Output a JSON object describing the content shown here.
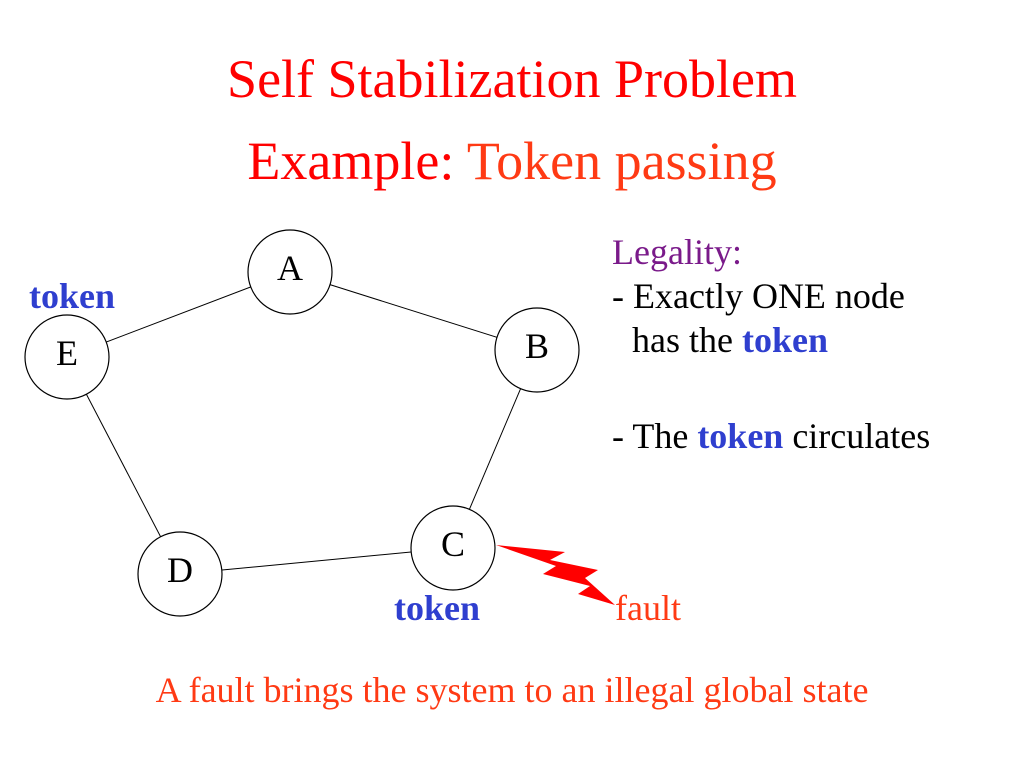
{
  "title": {
    "line1": "Self Stabilization Problem",
    "line2_prefix": "Example: ",
    "line2_rest": "Token passing"
  },
  "graph": {
    "nodes": [
      {
        "id": "A",
        "label": "A"
      },
      {
        "id": "B",
        "label": "B"
      },
      {
        "id": "C",
        "label": "C"
      },
      {
        "id": "D",
        "label": "D"
      },
      {
        "id": "E",
        "label": "E"
      }
    ],
    "edges": [
      [
        "E",
        "A"
      ],
      [
        "A",
        "B"
      ],
      [
        "B",
        "C"
      ],
      [
        "C",
        "D"
      ],
      [
        "D",
        "E"
      ]
    ],
    "token_label_e": "token",
    "token_label_c": "token",
    "fault_label": "fault"
  },
  "legality": {
    "heading": "Legality:",
    "rule1_prefix": "- Exactly ONE node",
    "rule1_second_prefix": "has the ",
    "rule1_token": "token",
    "rule2_prefix": "- The ",
    "rule2_token": "token",
    "rule2_suffix": " circulates"
  },
  "footer": "A fault brings the system to an illegal global state",
  "colors": {
    "title": "#ff0000",
    "token": "#2f3fcf",
    "fault": "#ff3a14",
    "legality_heading": "#7a1a8a"
  }
}
